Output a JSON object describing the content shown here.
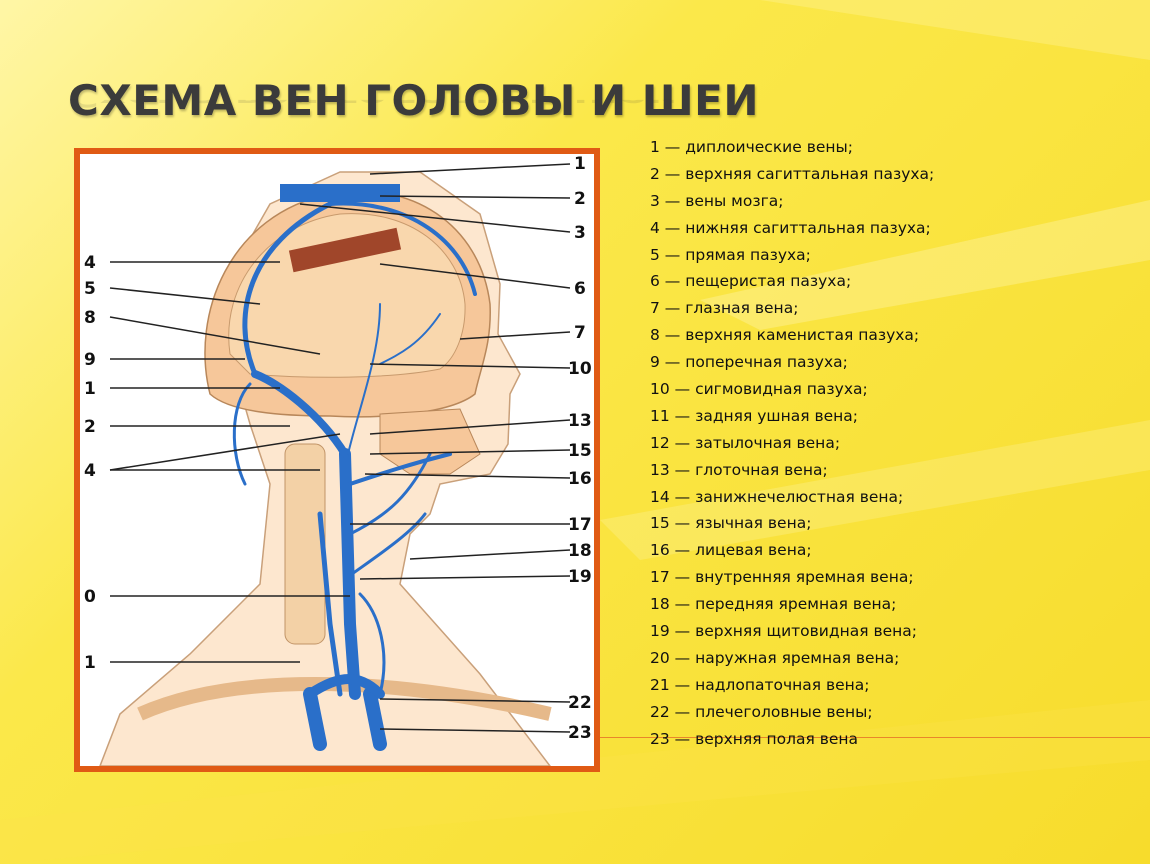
{
  "title": "Схема вен головы и шеи",
  "accent_color": "#e05a14",
  "vein_color": "#2a6fc9",
  "diagram": {
    "right_numbers": [
      "1",
      "2",
      "3",
      "6",
      "7",
      "10",
      "13",
      "15",
      "16",
      "17",
      "18",
      "19",
      "22",
      "23"
    ],
    "left_numbers": [
      "4",
      "5",
      "8",
      "9",
      "1",
      "2",
      "4",
      "0",
      "1"
    ]
  },
  "legend": [
    "1 — диплоические вены;",
    "2 — верхняя сагиттальная пазуха;",
    "3 — вены мозга;",
    "4 — нижняя сагиттальная пазуха;",
    "5 — прямая пазуха;",
    "6 — пещеристая пазуха;",
    "7 — глазная вена;",
    "8 — верхняя каменистая пазуха;",
    "9 — поперечная пазуха;",
    "10 — сигмовидная пазуха;",
    "11 — задняя ушная вена;",
    "12 — затылочная вена;",
    "13 — глоточная вена;",
    "14 — занижнечелюстная вена;",
    "15 — язычная вена;",
    "16 — лицевая вена;",
    "17 — внутренняя яремная вена;",
    "18 — передняя яремная вена;",
    "19 — верхняя щитовидная вена;",
    "20 — наружная яремная вена;",
    "21 — надлопаточная вена;",
    "22 — плечеголовные вены;",
    "23 — верхняя полая вена"
  ]
}
